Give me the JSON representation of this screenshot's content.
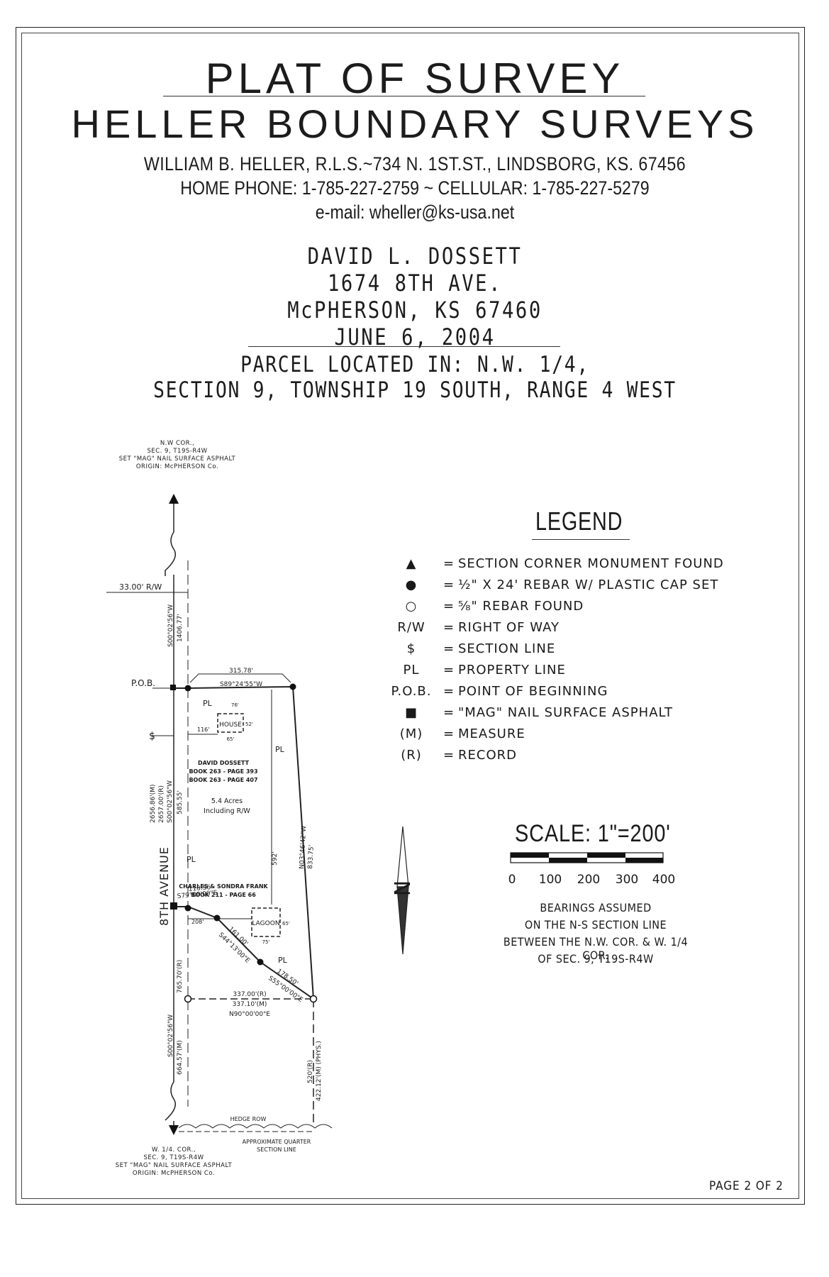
{
  "header": {
    "title": "PLAT OF SURVEY",
    "company": "HELLER BOUNDARY SURVEYS",
    "surveyor_line": "WILLIAM B. HELLER, R.L.S.~734 N. 1ST.ST., LINDSBORG, KS. 67456",
    "phone_line": "HOME PHONE: 1-785-227-2759 ~ CELLULAR: 1-785-227-5279",
    "email_line": "e-mail: wheller@ks-usa.net"
  },
  "client": {
    "name": "DAVID L. DOSSETT",
    "street": "1674 8TH AVE.",
    "city": "McPHERSON, KS 67460",
    "date": "JUNE 6, 2004"
  },
  "parcel": {
    "line1": "PARCEL LOCATED IN: N.W. 1/4,",
    "line2": "SECTION 9, TOWNSHIP 19 SOUTH, RANGE 4 WEST"
  },
  "map": {
    "nw_corner": [
      "N.W COR.,",
      "SEC. 9, T19S-R4W",
      "SET \"MAG\" NAIL SURFACE ASPHALT",
      "ORIGIN: McPHERSON Co."
    ],
    "w_quarter_corner": [
      "W. 1/4. COR.,",
      "SEC. 9, T19S-R4W",
      "SET \"MAG\" NAIL SURFACE ASPHALT",
      "ORIGIN: McPHERSON Co."
    ],
    "row_dim": "33.00' R/W",
    "pob": "P.O.B.",
    "sl": "$",
    "road": "8TH AVENUE",
    "upper_bearing": "S00°02'56\"W",
    "upper_dist": "1406.77'",
    "top_dist": "315.78'",
    "top_bearing": "S89°24'55\"W",
    "pl": "PL",
    "house": "HOUSE",
    "house_w": "65'",
    "house_h": "52'",
    "house_off": "76'",
    "house_left": "116'",
    "owner": "DAVID DOSSETT",
    "book1": "BOOK 263 - PAGE 393",
    "book2": "BOOK 263 - PAGE 407",
    "acres": "5.4 Acres",
    "including": "Including R/W",
    "side_dims": [
      "2656.86'(M)",
      "2657.00'(R)",
      "S00°02'56\"W",
      "585.55'"
    ],
    "east_bearing": "N03°46'42\"W",
    "east_dist": "833.75'",
    "center_dim": "592'",
    "seg1_dist": "110.56'",
    "seg1_bearing": "S79°00'00\"E",
    "lagoon": "LAGOON",
    "lagoon_w": "75'",
    "lagoon_h": "65'",
    "lagoon_off": "208'",
    "seg2_dist": "161.00'",
    "seg2_bearing": "S44°13'00\"E",
    "seg3_dist": "178.50'",
    "seg3_bearing": "S55°00'00\"E",
    "south_rec": "337.00'(R)",
    "south_meas": "337.10'(M)",
    "south_bearing": "N90°00'00\"E",
    "lower_rec": "765.70'(R)",
    "lower_bearing": "S00°02'56\"W",
    "lower_meas": "664.57'(M)",
    "frank_owner": "CHARLES & SONDRA FRANK",
    "frank_book": "BOOK 211 - PAGE 66",
    "east_lower": [
      "520'(R)",
      "422.12'(M) (PHYS.)"
    ],
    "hedge": "HEDGE ROW",
    "quarter_line": [
      "APPROXIMATE QUARTER",
      "SECTION LINE"
    ]
  },
  "legend": {
    "title": "LEGEND",
    "items": [
      {
        "sym": "▲",
        "text": "SECTION CORNER MONUMENT FOUND"
      },
      {
        "sym": "●",
        "text": "½\" X 24' REBAR W/ PLASTIC CAP SET"
      },
      {
        "sym": "○",
        "text": "⅝\" REBAR FOUND"
      },
      {
        "sym": "R/W",
        "text": "RIGHT OF WAY"
      },
      {
        "sym": "$",
        "text": "SECTION LINE"
      },
      {
        "sym": "PL",
        "text": "PROPERTY LINE"
      },
      {
        "sym": "P.O.B.",
        "text": "POINT OF BEGINNING"
      },
      {
        "sym": "■",
        "text": "\"MAG\" NAIL SURFACE ASPHALT"
      },
      {
        "sym": "(M)",
        "text": "MEASURE"
      },
      {
        "sym": "(R)",
        "text": "RECORD"
      }
    ]
  },
  "scale": {
    "title": "SCALE: 1\"=200'",
    "ticks": [
      "0",
      "100",
      "200",
      "300",
      "400"
    ]
  },
  "notes": [
    "BEARINGS ASSUMED",
    "ON THE N-S SECTION LINE",
    "BETWEEN THE N.W. COR. & W. 1/4 COR.",
    "OF SEC. 9, T19S-R4W"
  ],
  "north_label": "N",
  "page": "PAGE 2 OF 2"
}
